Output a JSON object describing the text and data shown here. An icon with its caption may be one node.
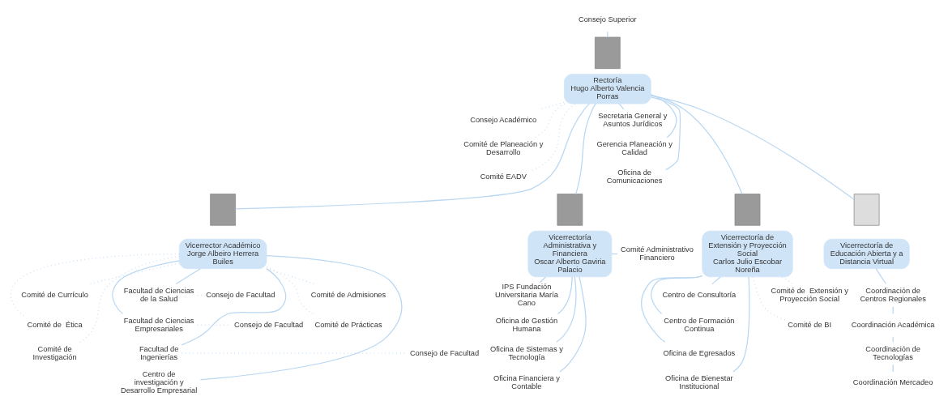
{
  "diagram": {
    "nodes": [
      {
        "text": [
          "Consejo Superior"
        ]
      },
      {
        "text": [],
        "shape": "box"
      },
      {
        "text": [
          "Rectoría",
          "Hugo Alberto Valencia Porras"
        ]
      },
      {
        "text": [
          "Consejo Académico"
        ]
      },
      {
        "text": [
          "Comité de Planeación y Desarrollo"
        ]
      },
      {
        "text": [
          "Comité EADV"
        ]
      },
      {
        "text": [
          "Secretaria General y Asuntos Jurídicos"
        ]
      },
      {
        "text": [
          "Gerencia Planeación y Calidad"
        ]
      },
      {
        "text": [
          "Oficina de Comunicaciones"
        ]
      },
      {
        "text": [],
        "shape": "box"
      },
      {
        "text": [
          "Vicerrectoría Administrativa y Financiera",
          "Oscar Alberto Gaviria Palacio"
        ]
      },
      {
        "text": [
          "Comité Administrativo Financiero"
        ]
      },
      {
        "text": [
          "IPS Fundación Universitaria María Cano"
        ]
      },
      {
        "text": [
          "Oficina de Gestión Humana"
        ]
      },
      {
        "text": [
          "Oficina de Sistemas y Tecnología"
        ]
      },
      {
        "text": [
          "Oficina Financiera y Contable"
        ]
      },
      {
        "text": [],
        "shape": "box"
      },
      {
        "text": [
          "Vicerrector Académico",
          "Jorge Albeiro Herrera Builes"
        ]
      },
      {
        "text": [
          "Comité de Admisiones"
        ]
      },
      {
        "text": [
          "Comité de Prácticas"
        ]
      },
      {
        "text": [
          "Comité de Currículo"
        ]
      },
      {
        "text": [
          "Comité de  Ética"
        ]
      },
      {
        "text": [
          "Comité de Investigación"
        ]
      },
      {
        "text": [
          "Facultad de Ciencias de la Salud"
        ]
      },
      {
        "text": [
          "Consejo de Facultad"
        ]
      },
      {
        "text": [
          "Facultad de Ciencias Empresariales"
        ]
      },
      {
        "text": [
          "Consejo de Facultad"
        ]
      },
      {
        "text": [
          "Facultad de Ingenierías"
        ]
      },
      {
        "text": [
          "Consejo de Facultad"
        ]
      },
      {
        "text": [
          "Centro de investigación y Desarrollo Empresarial"
        ]
      },
      {
        "text": [],
        "shape": "box"
      },
      {
        "text": [
          "Vicerrectoría de Extensión y Proyección Social",
          "Carlos Julio Escobar Noreña"
        ]
      },
      {
        "text": [
          "Comité de  Extensión y Proyección Social"
        ]
      },
      {
        "text": [
          "Comité de BI"
        ]
      },
      {
        "text": [
          "Centro de Consultoría"
        ]
      },
      {
        "text": [
          "Centro de Formación Continua"
        ]
      },
      {
        "text": [
          "Oficina de Egresados"
        ]
      },
      {
        "text": [
          "Oficina de Bienestar Institucional"
        ]
      },
      {
        "text": [],
        "shape": "box"
      },
      {
        "text": [
          "Vicerrectoría de Educación Abierta y a Distancia Virtual"
        ]
      },
      {
        "text": [
          "Coordinación de Centros Regionales"
        ]
      },
      {
        "text": [
          "Coordinación Académica"
        ]
      },
      {
        "text": [
          "Coordinación de Tecnologías"
        ]
      },
      {
        "text": [
          "Coordinación Mercadeo"
        ]
      }
    ],
    "edges": [
      {
        "from": 0,
        "to": 1,
        "arrow": "none"
      },
      {
        "from": 2,
        "to": 3,
        "arrow": "none",
        "style": "dashed"
      },
      {
        "from": 2,
        "to": 4,
        "arrow": "none",
        "style": "dashed"
      },
      {
        "from": 2,
        "to": 5,
        "arrow": "none",
        "style": "dashed"
      },
      {
        "from": 2,
        "to": 6,
        "arrow": "none"
      },
      {
        "from": 2,
        "to": 7,
        "arrow": "none"
      },
      {
        "from": 2,
        "to": 8,
        "arrow": "none"
      },
      {
        "from": 2,
        "to": 9,
        "arrow": "none"
      },
      {
        "from": 2,
        "to": 16,
        "arrow": "none"
      },
      {
        "from": 2,
        "to": 30,
        "arrow": "none"
      },
      {
        "from": 2,
        "to": 38,
        "arrow": "none"
      },
      {
        "from": 10,
        "to": 11,
        "arrow": "none"
      },
      {
        "from": 10,
        "to": 12,
        "arrow": "none"
      },
      {
        "from": 10,
        "to": 13,
        "arrow": "none"
      },
      {
        "from": 10,
        "to": 14,
        "arrow": "none"
      },
      {
        "from": 10,
        "to": 15,
        "arrow": "none"
      },
      {
        "from": 17,
        "to": 18,
        "arrow": "none",
        "style": "dashed"
      },
      {
        "from": 17,
        "to": 19,
        "arrow": "none",
        "style": "dashed"
      },
      {
        "from": 17,
        "to": 20,
        "arrow": "none",
        "style": "dashed"
      },
      {
        "from": 17,
        "to": 21,
        "arrow": "none",
        "style": "dashed"
      },
      {
        "from": 17,
        "to": 22,
        "arrow": "none",
        "style": "dashed"
      },
      {
        "from": 17,
        "to": 23,
        "arrow": "none"
      },
      {
        "from": 17,
        "to": 25,
        "arrow": "none"
      },
      {
        "from": 17,
        "to": 27,
        "arrow": "none"
      },
      {
        "from": 17,
        "to": 29,
        "arrow": "none"
      },
      {
        "from": 23,
        "to": 24,
        "arrow": "none",
        "style": "dashed"
      },
      {
        "from": 25,
        "to": 26,
        "arrow": "none",
        "style": "dashed"
      },
      {
        "from": 27,
        "to": 28,
        "arrow": "none",
        "style": "dashed"
      },
      {
        "from": 31,
        "to": 32,
        "arrow": "none",
        "style": "dashed"
      },
      {
        "from": 31,
        "to": 33,
        "arrow": "none",
        "style": "dashed"
      },
      {
        "from": 31,
        "to": 34,
        "arrow": "none"
      },
      {
        "from": 31,
        "to": 35,
        "arrow": "none"
      },
      {
        "from": 31,
        "to": 36,
        "arrow": "none"
      },
      {
        "from": 31,
        "to": 37,
        "arrow": "none"
      },
      {
        "from": 39,
        "to": 40,
        "arrow": "none"
      },
      {
        "from": 40,
        "to": 41,
        "arrow": "none"
      },
      {
        "from": 41,
        "to": 42,
        "arrow": "none"
      },
      {
        "from": 42,
        "to": 43,
        "arrow": "none"
      }
    ]
  }
}
